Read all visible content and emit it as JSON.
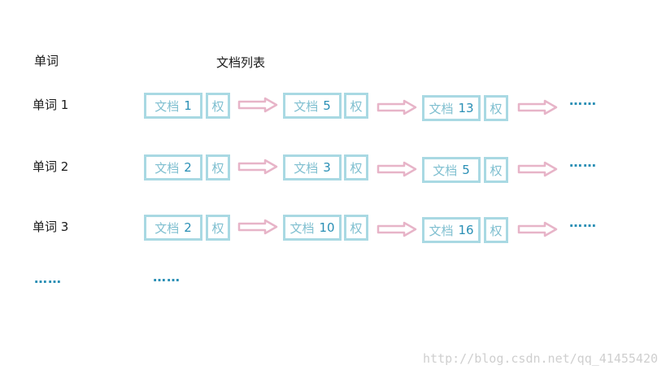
{
  "headers": {
    "word_col": "单词",
    "doc_list_col": "文档列表"
  },
  "doc_label": "文档",
  "weight_label": "权",
  "ellipsis": "……",
  "rows": [
    {
      "word": "单词 1",
      "docs": [
        "1",
        "5",
        "13"
      ]
    },
    {
      "word": "单词 2",
      "docs": [
        "2",
        "3",
        "5"
      ]
    },
    {
      "word": "单词 3",
      "docs": [
        "2",
        "10",
        "16"
      ]
    }
  ],
  "more_words": "……",
  "more_docs": "……",
  "watermark": "http://blog.csdn.net/qq_41455420",
  "colors": {
    "box_border": "#a9d9e3",
    "arrow": "#e7b4c8",
    "dots": "#2a8fb5"
  }
}
